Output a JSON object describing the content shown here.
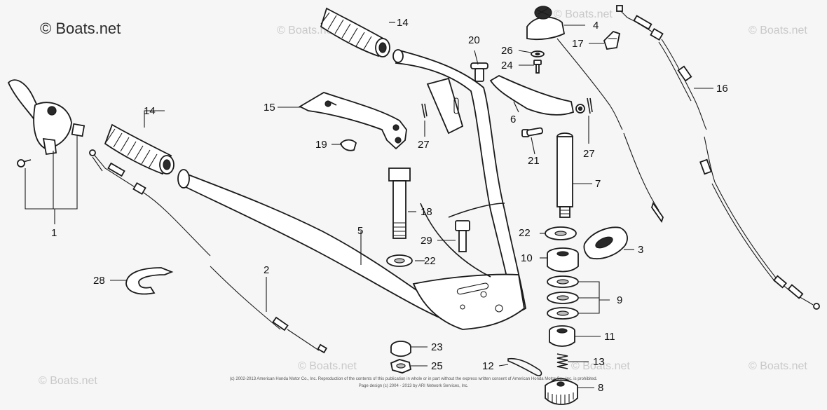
{
  "brand": "© Boats.net",
  "watermark": "© Boats.net",
  "footer": {
    "line1": "(c) 2002-2013 American Honda Motor Co., Inc. Reproduction of the contents of this publication in whole or in part without the express written consent of American Honda Motor Co., Inc. is prohibited.",
    "line2": "Page design (c) 2004 - 2013 by ARI Network Services, Inc."
  },
  "callouts": {
    "c1": "1",
    "c2": "2",
    "c3": "3",
    "c4": "4",
    "c5": "5",
    "c6": "6",
    "c7": "7",
    "c8": "8",
    "c9": "9",
    "c10": "10",
    "c11": "11",
    "c12": "12",
    "c13": "13",
    "c14a": "14",
    "c14b": "14",
    "c15": "15",
    "c16": "16",
    "c17": "17",
    "c18": "18",
    "c19": "19",
    "c20": "20",
    "c21": "21",
    "c22a": "22",
    "c22b": "22",
    "c23": "23",
    "c24": "24",
    "c25": "25",
    "c26": "26",
    "c27a": "27",
    "c27b": "27",
    "c28": "28",
    "c29": "29"
  }
}
